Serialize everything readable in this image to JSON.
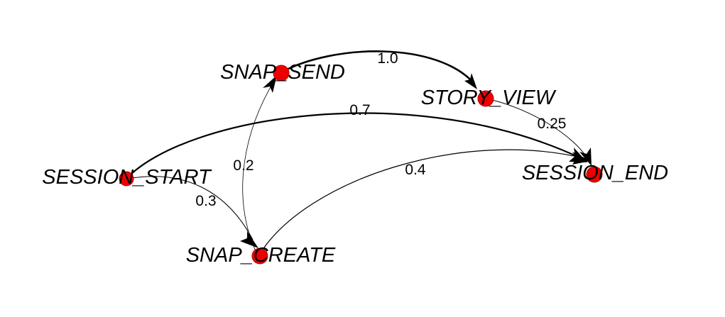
{
  "colors": {
    "node_fill": "#ee0000",
    "edge": "#000000",
    "background": "#ffffff"
  },
  "nodes": [
    {
      "id": "SESSION_START",
      "label": "SESSION_START"
    },
    {
      "id": "SNAP_SEND",
      "label": "SNAP_SEND"
    },
    {
      "id": "STORY_VIEW",
      "label": "STORY_VIEW"
    },
    {
      "id": "SESSION_END",
      "label": "SESSION_END"
    },
    {
      "id": "SNAP_CREATE",
      "label": "SNAP_CREATE"
    }
  ],
  "edges": [
    {
      "from": "SNAP_SEND",
      "to": "STORY_VIEW",
      "weight": "1.0"
    },
    {
      "from": "SESSION_START",
      "to": "SESSION_END",
      "weight": "0.7"
    },
    {
      "from": "STORY_VIEW",
      "to": "SESSION_END",
      "weight": "0.25"
    },
    {
      "from": "SNAP_CREATE",
      "to": "SNAP_SEND",
      "weight": "0.2"
    },
    {
      "from": "SNAP_CREATE",
      "to": "SESSION_END",
      "weight": "0.4"
    },
    {
      "from": "SESSION_START",
      "to": "SNAP_CREATE",
      "weight": "0.3"
    }
  ]
}
